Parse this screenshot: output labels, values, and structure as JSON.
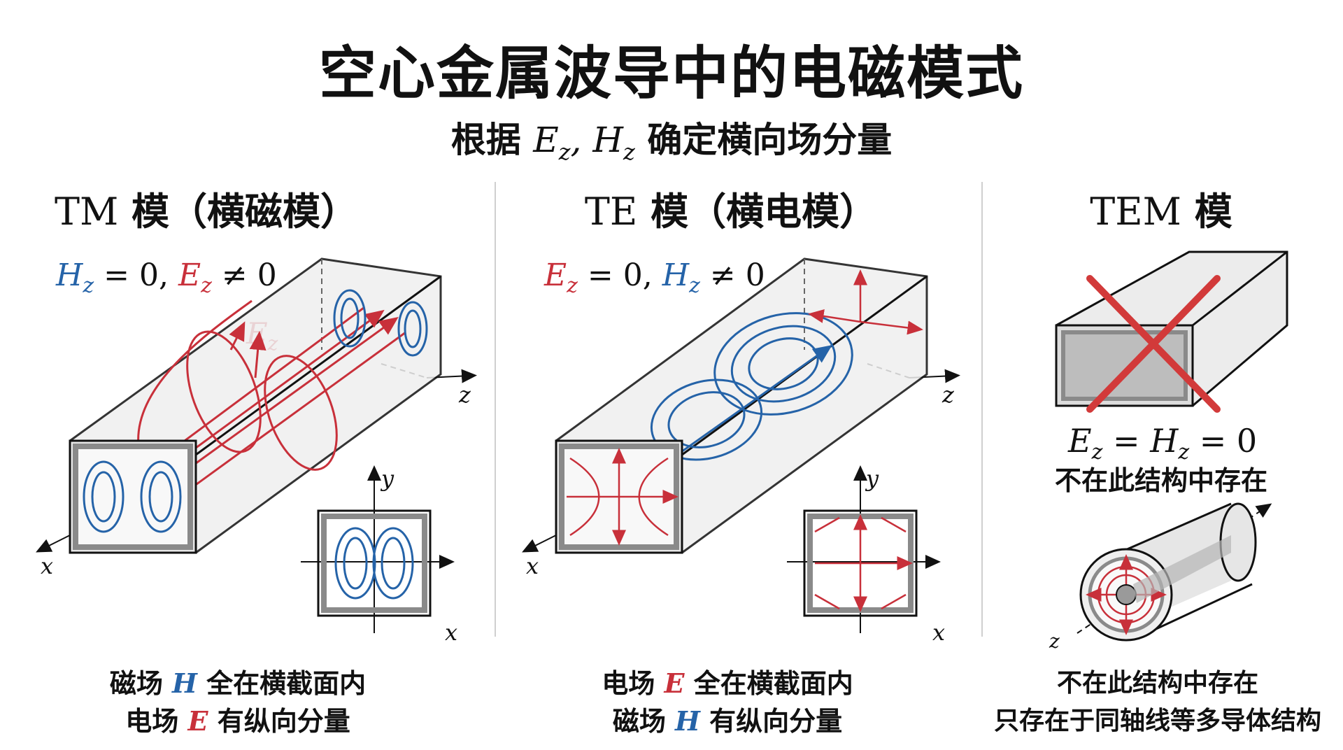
{
  "title": "空心金属波导中的电磁模式",
  "subtitle": {
    "prefix": "根据 ",
    "math": "E",
    "sub1": "z",
    "comma": ", ",
    "math2": "H",
    "sub2": "z",
    "suffix": " 确定横向场分量"
  },
  "columns": [
    {
      "heading_latin": "TM",
      "heading_cn": " 模（横磁模）",
      "equation": {
        "a": "H",
        "a_sub": "z",
        "a_rest": " = 0, ",
        "b": "E",
        "b_sub": "z",
        "b_rest": " ≠ 0"
      },
      "field_label": {
        "sym": "E",
        "sub": "z"
      },
      "caption_line1": {
        "pre": "磁场 ",
        "sym": "H",
        "post": " 全在横截面内"
      },
      "caption_line2": {
        "pre": "电场 ",
        "sym": "E",
        "post": " 有纵向分量"
      }
    },
    {
      "heading_latin": "TE",
      "heading_cn": " 模（横电模）",
      "equation": {
        "a": "E",
        "a_sub": "z",
        "a_rest": " = 0, ",
        "b": "H",
        "b_sub": "z",
        "b_rest": " ≠ 0"
      },
      "caption_line1": {
        "pre": "电场 ",
        "sym": "E",
        "post": " 全在横截面内"
      },
      "caption_line2": {
        "pre": "磁场 ",
        "sym": "H",
        "post": " 有纵向分量"
      }
    },
    {
      "heading_latin": "TEM",
      "heading_cn": " 模",
      "equation": {
        "a": "E",
        "a_sub": "z",
        "mid": " = ",
        "b": "H",
        "b_sub": "z",
        "b_rest": " = 0"
      },
      "note": "不在此结构中存在",
      "caption_line1": "不在此结构中存在",
      "caption_line2": "只存在于同轴线等多导体结构"
    }
  ],
  "axes": {
    "x": "x",
    "y": "y",
    "z": "z"
  },
  "colors": {
    "red": "#c8303a",
    "blue": "#2563a8",
    "wall": "#8a8a8a",
    "glass": "#eeeeee"
  }
}
